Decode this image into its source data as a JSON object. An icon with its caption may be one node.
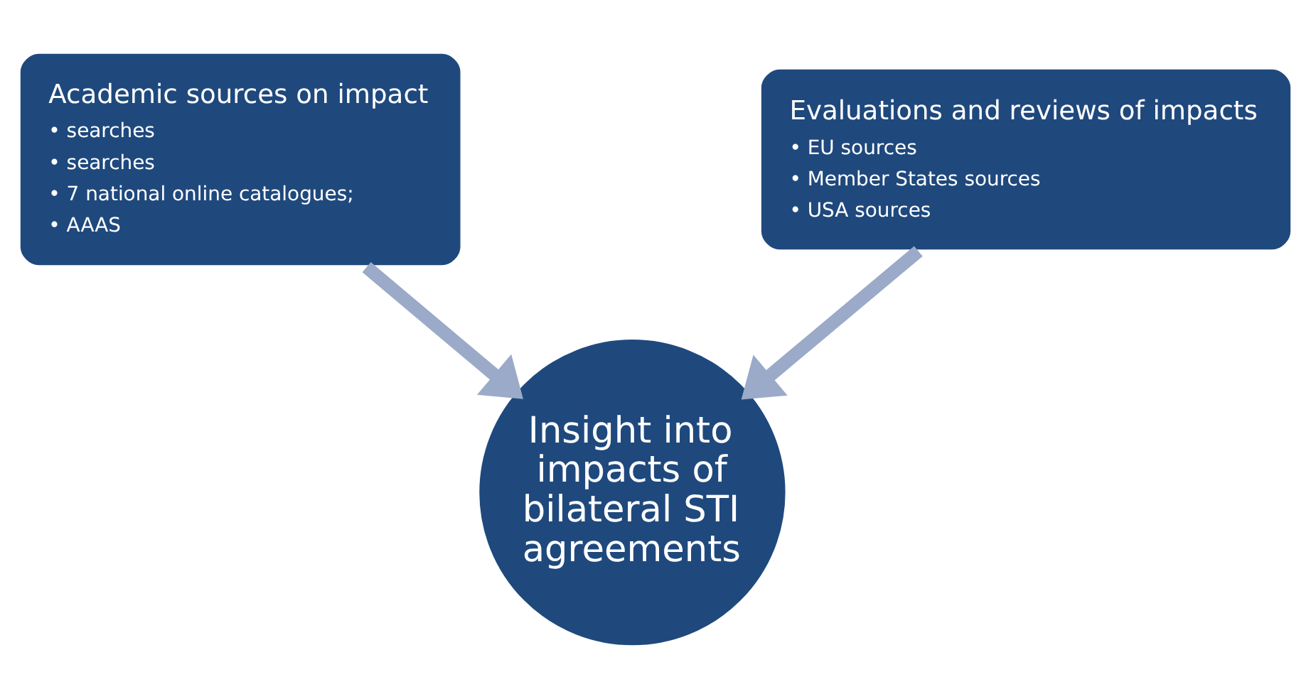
{
  "diagram": {
    "nodes": [
      {
        "text": [
          "Academic sources on impact",
          "• searches",
          "• searches",
          "• 7 national online catalogues;",
          "• AAAS"
        ]
      },
      {
        "text": [
          "Evaluations and reviews of impacts",
          "• EU sources",
          "• Member States sources",
          "• USA sources"
        ]
      },
      {
        "text": [
          "Insight into impacts of bilateral STI agreements"
        ]
      }
    ],
    "edges": [
      {
        "from": 0,
        "to": 2,
        "arrow": "to"
      },
      {
        "from": 1,
        "to": 2,
        "arrow": "to"
      }
    ]
  }
}
